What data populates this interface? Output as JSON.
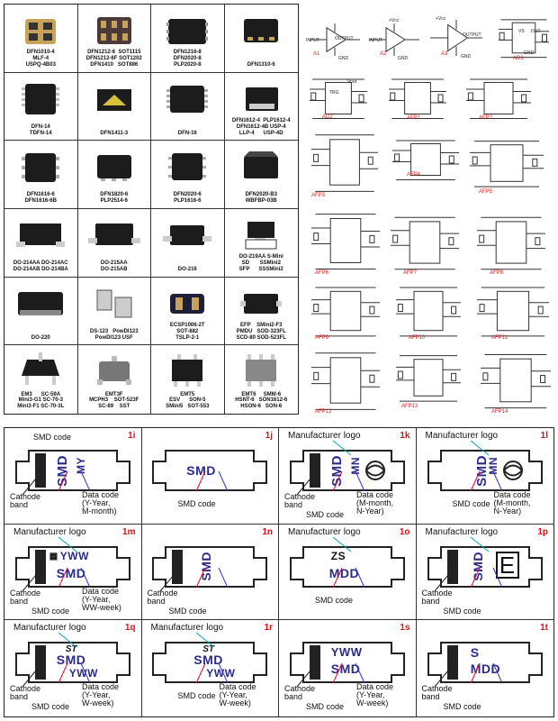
{
  "packages": [
    {
      "lines": "DFN1010-4\nMLF-4\nUSPQ-4B03"
    },
    {
      "lines": "DFN1212-6  SOT1115\nDFN1212-6F SOT1202\nDFN1410   SOT886"
    },
    {
      "lines": "DFN1216-8\nDFN2020-8\nPLP2020-8"
    },
    {
      "lines": "DFN1310-6"
    },
    {
      "lines": "DFN-14\nTDFN-14"
    },
    {
      "lines": "DFN1411-3"
    },
    {
      "lines": "DFN-16"
    },
    {
      "lines": "DFN1612-4  PLP1612-4\nDFN1612-4B USP-4\nLLP-4      USP-4D"
    },
    {
      "lines": "DFN1616-6\nDFN1616-6B"
    },
    {
      "lines": "DFN1820-6\nPLP2514-6"
    },
    {
      "lines": "DFN2020-6\nPLP1616-6"
    },
    {
      "lines": "DFN2020-B3\nWBFBP-03B"
    },
    {
      "lines": "DO-214AA DO-214AC\nDO-214AB DO-214BA"
    },
    {
      "lines": "DO-215AA\nDO-215AB"
    },
    {
      "lines": "DO-216"
    },
    {
      "lines": "DO-219AA S-Mini\nSD       SSMini2\nSFP      SSSMini2"
    },
    {
      "lines": "DO-220"
    },
    {
      "lines": "DS-123   PowDI123\nPowDI123 USF"
    },
    {
      "lines": "ECSP1006-2T\nSOT-882\nTSLP-2-1"
    },
    {
      "lines": "EFP    SMini2-F3\nPMDU   SOD-323FL\nSCD-80 SOD-523FL"
    },
    {
      "lines": "EM3      SC-59A\nMini3-G1 SC-70-3\nMini3-F1 SC-70-3L"
    },
    {
      "lines": "EMT3F\nMCPH3    SOT-523F\nSC-89    SST"
    },
    {
      "lines": "EMT5\nESV      SON-5\nSMini5   SOT-553"
    },
    {
      "lines": "EMT6     SMM-6\nHSNT-6   SON1612-6\nHSON-6   SON-6"
    }
  ],
  "schematics": {
    "labels": [
      "A1",
      "A2",
      "A3",
      "AD1",
      "AD2",
      "AFP1",
      "AFP2",
      "AFP3",
      "AFP4",
      "AFP5",
      "AFP6",
      "AFP7",
      "AFP8",
      "AFP9",
      "AFP10",
      "AFP11",
      "AFP12",
      "AFP13",
      "AFP14"
    ],
    "texts": {
      "input": "INPUT",
      "output": "OUTPUT",
      "gnd": "GND",
      "vcc": "+Vcc",
      "vs": "VS",
      "out": "OUT",
      "trig": "TRG",
      "vout": "Vout"
    }
  },
  "markings": [
    {
      "id": "1i",
      "texts": {
        "logo": "",
        "code": "SMD",
        "date": "MY",
        "band": "Cathode\nband",
        "smd_label": "SMD code",
        "date_label": "Data code\n(Y-Year,\nM-month)",
        "logo_label": ""
      }
    },
    {
      "id": "1j",
      "texts": {
        "code": "SMD",
        "smd_label": "SMD code"
      }
    },
    {
      "id": "1k",
      "texts": {
        "code": "SMD",
        "date": "MN",
        "logo_label": "Manufacturer logo",
        "band": "Cathode\nband",
        "smd_label": "SMD code",
        "date_label": "Data code\n(M-month,\nN-Year)"
      }
    },
    {
      "id": "1l",
      "texts": {
        "code": "SMD",
        "date": "MN",
        "logo_label": "Manufacturer logo",
        "smd_label": "SMD code",
        "date_label": "Data code\n(M-month,\nN-Year)"
      }
    },
    {
      "id": "1m",
      "texts": {
        "code": "SMD",
        "date": "YWW",
        "logo_label": "Manufacturer logo",
        "band": "Cathode\nband",
        "smd_label": "SMD code",
        "date_label": "Data code\n(Y-Year,\nWW-week)"
      }
    },
    {
      "id": "1n",
      "texts": {
        "code": "SMD",
        "band": "Cathode\nband",
        "smd_label": "SMD code"
      }
    },
    {
      "id": "1o",
      "texts": {
        "logo": "ZS",
        "code": "MDD",
        "logo_label": "Manufacturer logo",
        "smd_label": "SMD code"
      }
    },
    {
      "id": "1p",
      "texts": {
        "code": "SMD",
        "logo": "E",
        "logo_label": "Manufacturer logo",
        "smd_label": "SMD code",
        "band": "Cathode\nband"
      }
    },
    {
      "id": "1q",
      "texts": {
        "code": "SMD",
        "date": "YWW",
        "logo_label": "Manufacturer logo",
        "band": "Cathode\nband",
        "smd_label": "SMD code",
        "date_label": "Data code\n(Y-Year,\nW-week)"
      }
    },
    {
      "id": "1r",
      "texts": {
        "code": "SMD",
        "date": "YWW",
        "logo_label": "Manufacturer logo",
        "smd_label": "SMD code",
        "date_label": "Data code\n(Y-Year,\nW-week)"
      }
    },
    {
      "id": "1s",
      "texts": {
        "code": "SMD",
        "date": "YWW",
        "band": "Cathode\nband",
        "smd_label": "SMD code",
        "date_label": "Data code\n(Y-Year,\nW-week)"
      }
    },
    {
      "id": "1t",
      "texts": {
        "code": "MDD",
        "logo": "S",
        "band": "Cathode\nband",
        "smd_label": "SMD code"
      }
    }
  ],
  "colors": {
    "ink": "#2a2a8a",
    "id_red": "#dd1111",
    "pkg_body": "#1c1c1c",
    "pad": "#c9a25a"
  }
}
